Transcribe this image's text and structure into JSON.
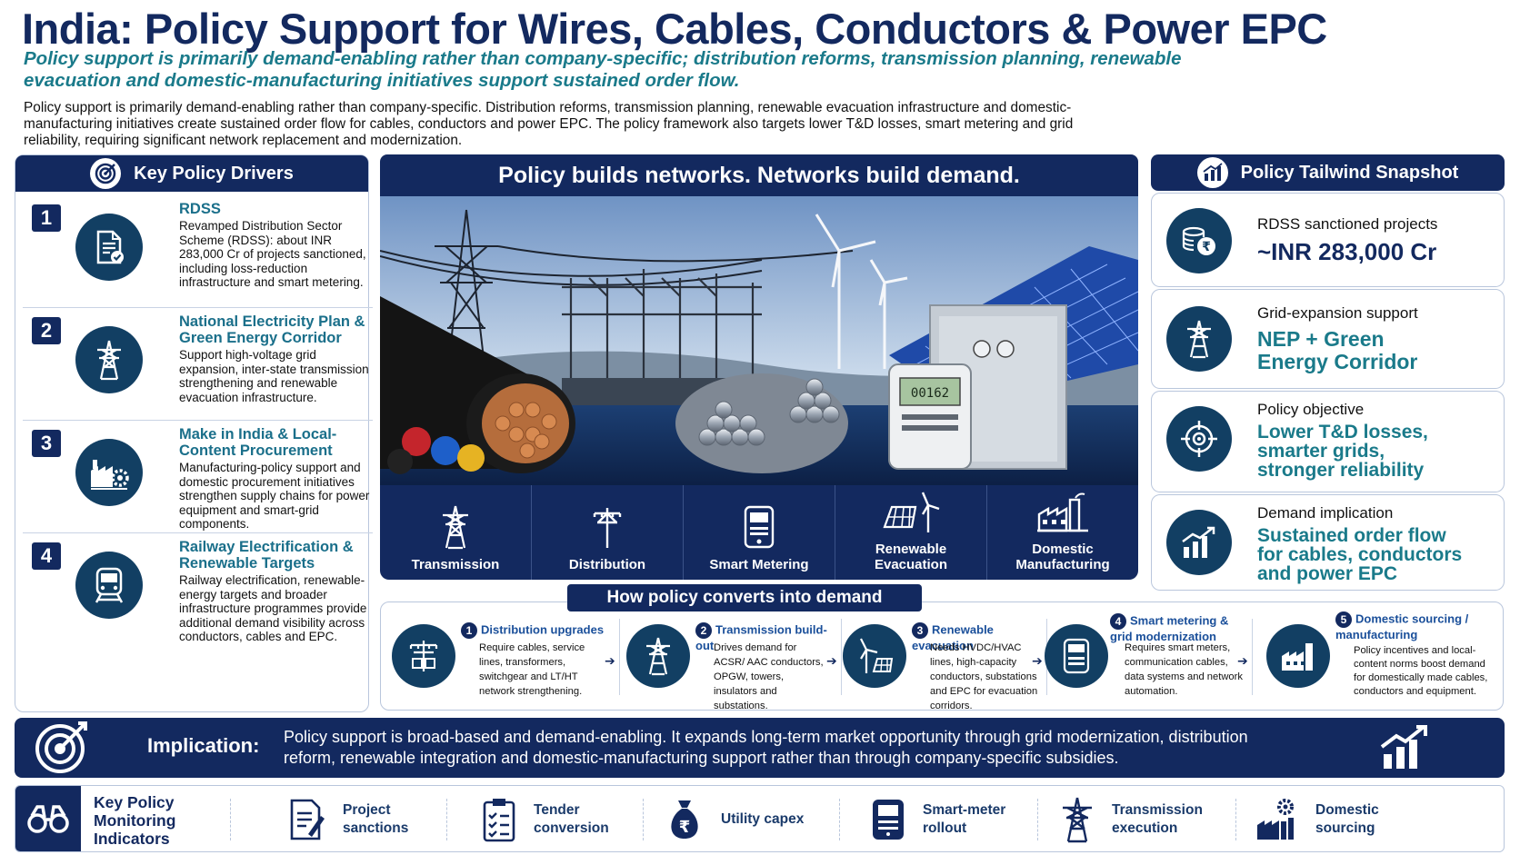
{
  "title": "India: Policy Support for Wires, Cables, Conductors & Power EPC",
  "subtitle": "Policy support is primarily demand-enabling rather than company-specific; distribution reforms, transmission planning, renewable evacuation and domestic-manufacturing initiatives support sustained order flow.",
  "lead": "Policy support is primarily demand-enabling rather than company-specific. Distribution reforms, transmission planning, renewable evacuation infrastructure and domestic-manufacturing initiatives create sustained order flow for cables, conductors and power EPC. The policy framework also targets lower T&D losses, smart metering and grid reliability, requiring significant network replacement and modernization.",
  "drivers": {
    "heading": "Key Policy Drivers",
    "items": [
      {
        "num": "1",
        "title": "RDSS",
        "text": "Revamped Distribution Sector Scheme (RDSS): about INR 283,000 Cr of projects sanctioned, including loss-reduction infrastructure and smart metering.",
        "icon": "document-check-icon"
      },
      {
        "num": "2",
        "title": "National Electricity Plan & Green Energy Corridor",
        "text": "Support high-voltage grid expansion, inter-state transmission strengthening and renewable evacuation infrastructure.",
        "icon": "transmission-tower-icon"
      },
      {
        "num": "3",
        "title": "Make in India & Local-Content Procurement",
        "text": "Manufacturing-policy support and domestic procurement initiatives strengthen supply chains for power equipment and smart-grid components.",
        "icon": "factory-gear-icon"
      },
      {
        "num": "4",
        "title": "Railway Electrification & Renewable Targets",
        "text": "Railway electrification, renewable-energy targets and broader infrastructure programmes provide additional demand visibility across conductors, cables and EPC.",
        "icon": "train-icon"
      }
    ]
  },
  "center": {
    "heading": "Policy builds networks. Networks build demand.",
    "meter_reading": "00162",
    "categories": [
      "Transmission",
      "Distribution",
      "Smart Metering",
      "Renewable Evacuation",
      "Domestic Manufacturing"
    ]
  },
  "how": {
    "heading": "How policy converts into demand",
    "steps": [
      {
        "num": "1",
        "title": "Distribution upgrades",
        "text": "Require cables, service lines, transformers, switchgear and LT/HT network strengthening."
      },
      {
        "num": "2",
        "title": "Transmission build-out",
        "text": "Drives demand for ACSR/ AAC conductors, OPGW, towers, insulators and substations."
      },
      {
        "num": "3",
        "title": "Renewable evacuation",
        "text": "Needs HVDC/HVAC lines, high-capacity conductors, substations and EPC for evacuation corridors."
      },
      {
        "num": "4",
        "title": "Smart metering & grid modernization",
        "text": "Requires smart meters, communication cables, data systems and network automation."
      },
      {
        "num": "5",
        "title": "Domestic sourcing / manufacturing",
        "text": "Policy incentives and local-content norms boost demand for domestically made cables, conductors and equipment."
      }
    ]
  },
  "snapshot": {
    "heading": "Policy Tailwind Snapshot",
    "items": [
      {
        "label": "RDSS sanctioned projects",
        "value": "~INR 283,000 Cr",
        "icon": "rupee-coins-icon"
      },
      {
        "label": "Grid-expansion support",
        "value": "NEP + Green Energy Corridor",
        "icon": "tower-icon"
      },
      {
        "label": "Policy objective",
        "value": "Lower T&D losses, smarter grids, stronger reliability",
        "icon": "target-icon"
      },
      {
        "label": "Demand implication",
        "value": "Sustained order flow for cables, conductors and power EPC",
        "icon": "growth-chart-icon"
      }
    ]
  },
  "implication": {
    "label": "Implication:",
    "text": "Policy support is broad-based and demand-enabling. It expands long-term market opportunity through grid modernization, distribution reform, renewable integration and domestic-manufacturing support rather than through company-specific subsidies."
  },
  "monitoring": {
    "title": "Key Policy Monitoring Indicators",
    "items": [
      "Project sanctions",
      "Tender conversion",
      "Utility capex",
      "Smart-meter rollout",
      "Transmission execution",
      "Domestic sourcing"
    ]
  }
}
